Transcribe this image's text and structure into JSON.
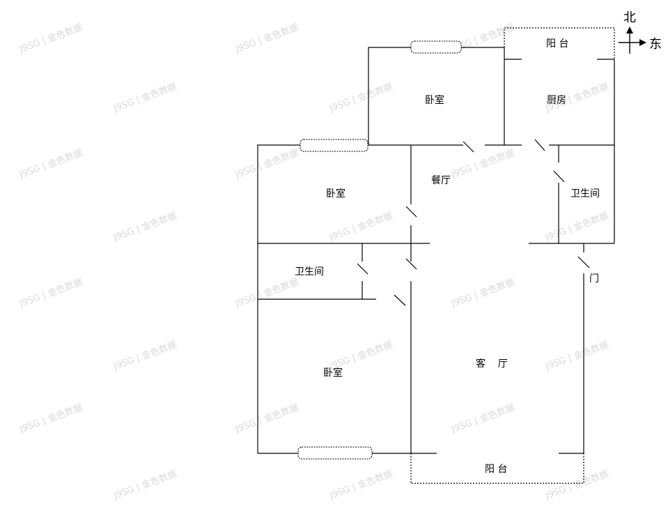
{
  "labels": {
    "bedroom_north": "卧室",
    "kitchen": "厨房",
    "balcony_north": "阳 台",
    "bedroom_west": "卧室",
    "dining": "餐厅",
    "bath_east": "卫生间",
    "bath_west": "卫生间",
    "door": "门",
    "bedroom_south": "卧室",
    "living": "客    厅",
    "balcony_south": "阳 台"
  },
  "compass": {
    "north": "北",
    "east": "东"
  },
  "watermark": "J9SG | 金色数据"
}
